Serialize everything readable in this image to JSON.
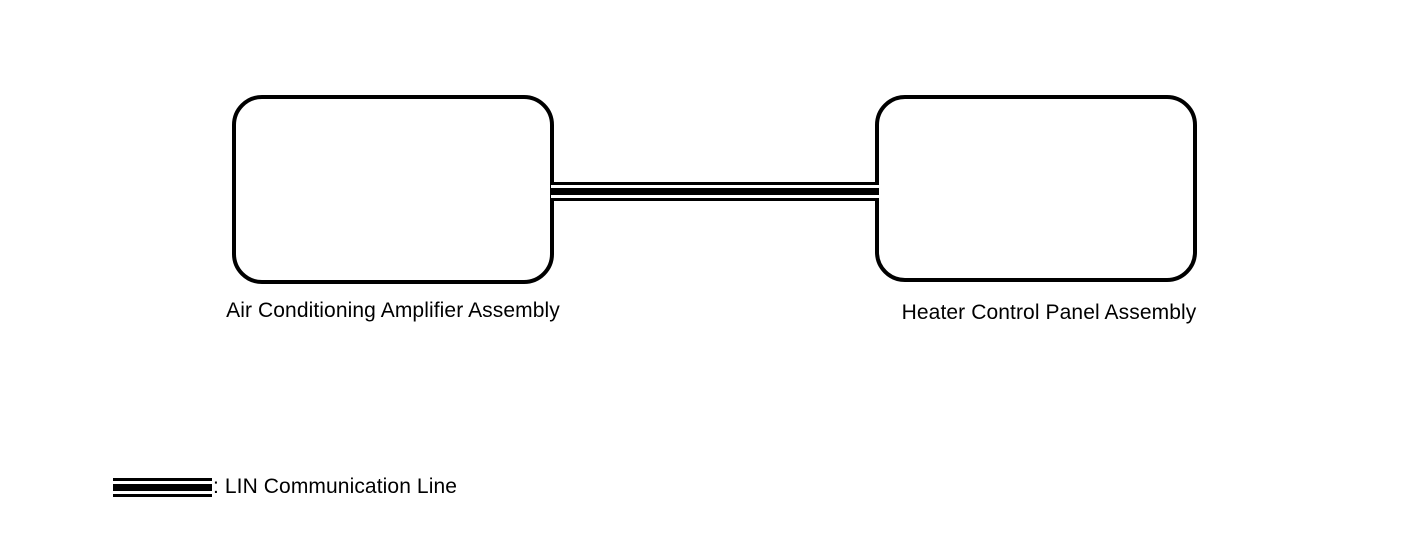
{
  "diagram": {
    "type": "block-connection-diagram",
    "background_color": "#ffffff",
    "line_color": "#000000",
    "nodes": [
      {
        "id": "ac-amplifier",
        "label": "Air Conditioning Amplifier Assembly",
        "shape": "rounded-rectangle"
      },
      {
        "id": "heater-panel",
        "label": "Heater Control Panel Assembly",
        "shape": "rounded-rectangle"
      }
    ],
    "connections": [
      {
        "id": "lin-connector",
        "from": "ac-amplifier",
        "to": "heater-panel",
        "style": "lin-communication-line"
      }
    ]
  },
  "legend": {
    "swatch_style": "lin-communication-line",
    "text": ": LIN Communication Line"
  }
}
